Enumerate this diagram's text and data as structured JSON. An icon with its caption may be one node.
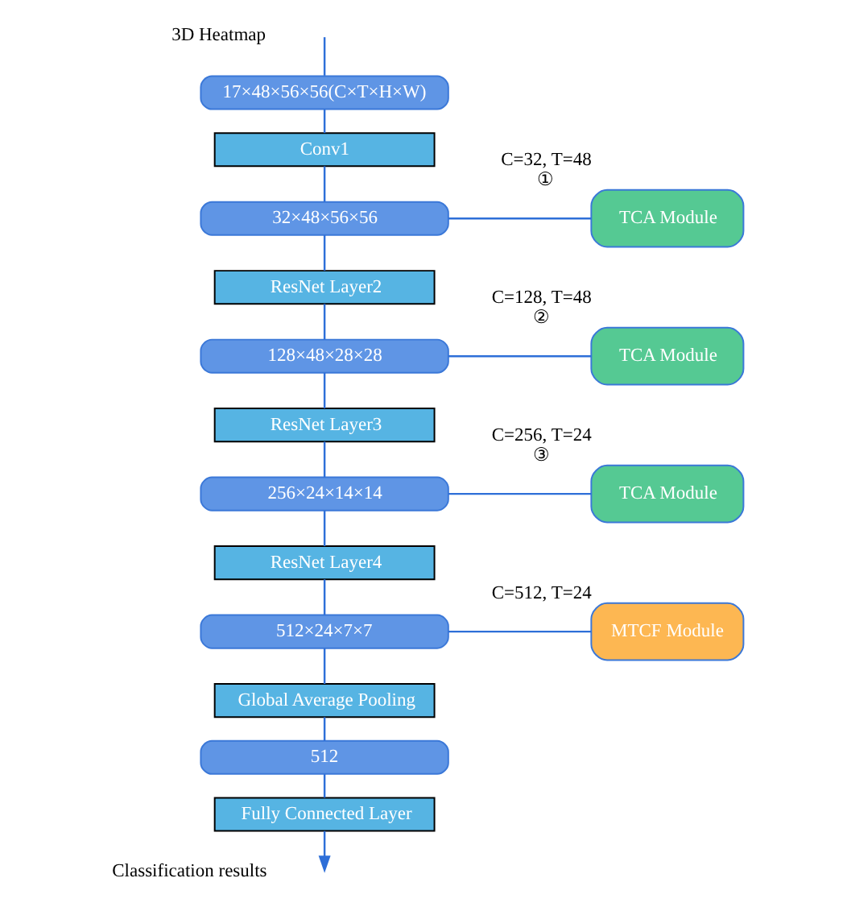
{
  "diagram": {
    "nodes": [
      {
        "text": [
          "17×48×56×56(C×T×H×W)"
        ]
      },
      {
        "text": [
          "Conv1"
        ]
      },
      {
        "text": [
          "32×48×56×56"
        ]
      },
      {
        "text": [
          "TCA Module"
        ],
        "beside": [
          "C=32, T=48",
          "①"
        ]
      },
      {
        "text": [
          "ResNet Layer2"
        ]
      },
      {
        "text": [
          "128×48×28×28"
        ]
      },
      {
        "text": [
          "TCA Module"
        ],
        "beside": [
          "C=128, T=48",
          "②"
        ]
      },
      {
        "text": [
          "ResNet Layer3"
        ]
      },
      {
        "text": [
          "256×24×14×14"
        ]
      },
      {
        "text": [
          "TCA Module"
        ],
        "beside": [
          "C=256, T=24",
          "③"
        ]
      },
      {
        "text": [
          "ResNet Layer4"
        ]
      },
      {
        "text": [
          "512×24×7×7"
        ]
      },
      {
        "text": [
          "MTCF Module"
        ],
        "beside": [
          "C=512, T=24"
        ]
      },
      {
        "text": [
          "Global Average Pooling"
        ]
      },
      {
        "text": [
          "512"
        ]
      },
      {
        "text": [
          "Fully Connected Layer"
        ]
      }
    ],
    "edges": [
      {
        "from": null,
        "to": 0,
        "arrow": "none"
      },
      {
        "from": 0,
        "to": 1,
        "arrow": "none"
      },
      {
        "from": 1,
        "to": 2,
        "arrow": "none"
      },
      {
        "from": 2,
        "to": 3,
        "arrow": "none"
      },
      {
        "from": 2,
        "to": 4,
        "arrow": "none"
      },
      {
        "from": 4,
        "to": 5,
        "arrow": "none"
      },
      {
        "from": 5,
        "to": 6,
        "arrow": "none"
      },
      {
        "from": 5,
        "to": 7,
        "arrow": "none"
      },
      {
        "from": 7,
        "to": 8,
        "arrow": "none"
      },
      {
        "from": 8,
        "to": 9,
        "arrow": "none"
      },
      {
        "from": 8,
        "to": 10,
        "arrow": "none"
      },
      {
        "from": 10,
        "to": 11,
        "arrow": "none"
      },
      {
        "from": 11,
        "to": 12,
        "arrow": "none"
      },
      {
        "from": 11,
        "to": 13,
        "arrow": "none"
      },
      {
        "from": 13,
        "to": 14,
        "arrow": "none"
      },
      {
        "from": 14,
        "to": 15,
        "arrow": "none"
      },
      {
        "from": 15,
        "to": null,
        "arrow": "to"
      }
    ],
    "labels": [
      "3D Heatmap",
      "Classification results"
    ]
  }
}
